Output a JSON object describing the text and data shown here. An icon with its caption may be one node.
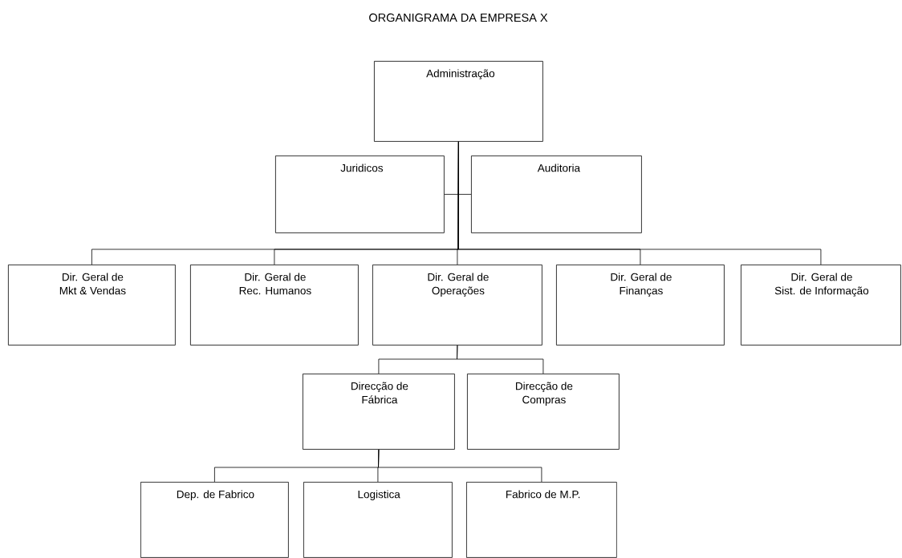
{
  "diagram": {
    "title": "ORGANIGRAMA DA EMPRESA X",
    "nodes": [
      {
        "text": [
          "Administração"
        ]
      },
      {
        "text": [
          "Juridicos"
        ]
      },
      {
        "text": [
          "Auditoria"
        ]
      },
      {
        "text": [
          "Dir. Geral de Mkt & Vendas"
        ]
      },
      {
        "text": [
          "Dir. Geral de Rec. Humanos"
        ]
      },
      {
        "text": [
          "Dir. Geral de Operações"
        ]
      },
      {
        "text": [
          "Dir. Geral de Finanças"
        ]
      },
      {
        "text": [
          "Dir. Geral de Sist. de Informação"
        ]
      },
      {
        "text": [
          "Direcção de Fábrica"
        ]
      },
      {
        "text": [
          "Direcção de Compras"
        ]
      },
      {
        "text": [
          "Dep. de Fabrico"
        ]
      },
      {
        "text": [
          "Logistica"
        ]
      },
      {
        "text": [
          "Fabrico de M.P."
        ]
      }
    ],
    "edges": [
      {
        "from": 0,
        "to": 1,
        "arrow": "none"
      },
      {
        "from": 0,
        "to": 2,
        "arrow": "none"
      },
      {
        "from": 0,
        "to": 3,
        "arrow": "none"
      },
      {
        "from": 0,
        "to": 4,
        "arrow": "none"
      },
      {
        "from": 0,
        "to": 5,
        "arrow": "none"
      },
      {
        "from": 0,
        "to": 6,
        "arrow": "none"
      },
      {
        "from": 0,
        "to": 7,
        "arrow": "none"
      },
      {
        "from": 5,
        "to": 8,
        "arrow": "none"
      },
      {
        "from": 5,
        "to": 9,
        "arrow": "none"
      },
      {
        "from": 8,
        "to": 10,
        "arrow": "none"
      },
      {
        "from": 8,
        "to": 11,
        "arrow": "none"
      },
      {
        "from": 8,
        "to": 12,
        "arrow": "none"
      }
    ]
  }
}
